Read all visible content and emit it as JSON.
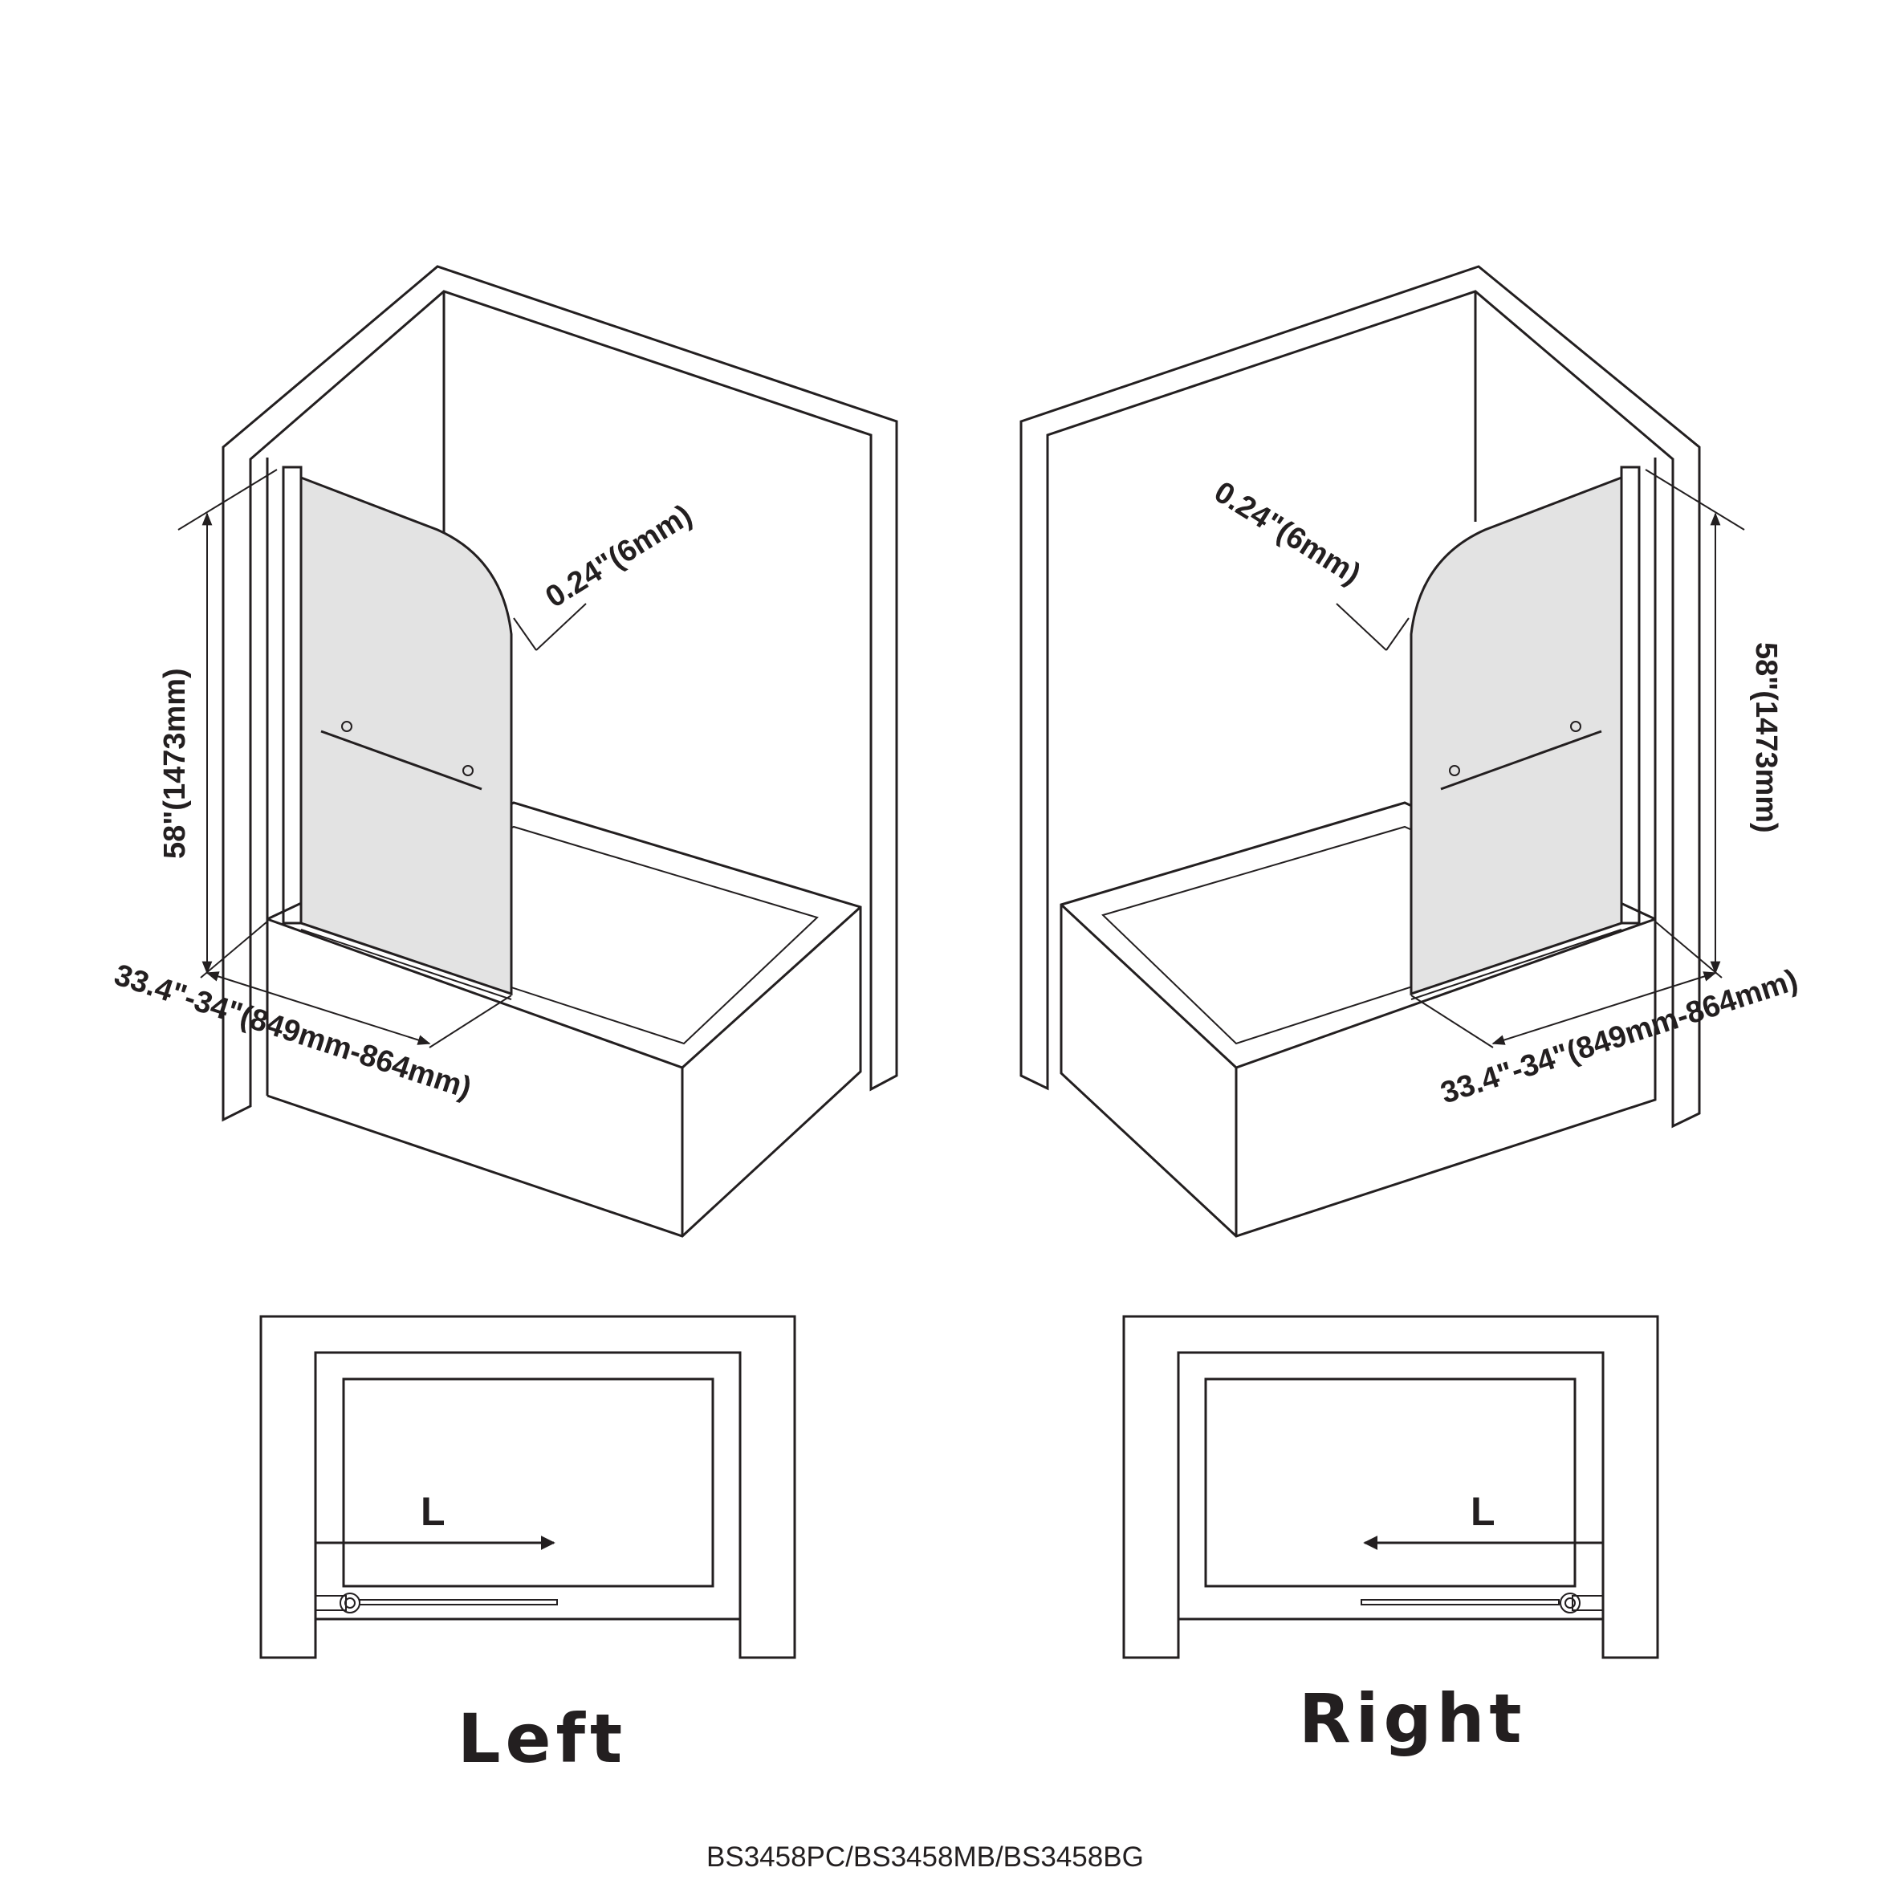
{
  "left_view": {
    "height_label": "58\"(1473mm)",
    "width_label": "33.4\"-34\"(849mm-864mm)",
    "thickness_label": "0.24\"(6mm)",
    "plan_arrow_label": "L",
    "caption": "Left"
  },
  "right_view": {
    "height_label": "58\"(1473mm)",
    "width_label": "33.4\"-34\"(849mm-864mm)",
    "thickness_label": "0.24\"(6mm)",
    "plan_arrow_label": "L",
    "caption": "Right"
  },
  "model_codes": "BS3458PC/BS3458MB/BS3458BG",
  "colors": {
    "line": "#231f20",
    "glass": "#e3e3e3",
    "background": "#ffffff"
  }
}
